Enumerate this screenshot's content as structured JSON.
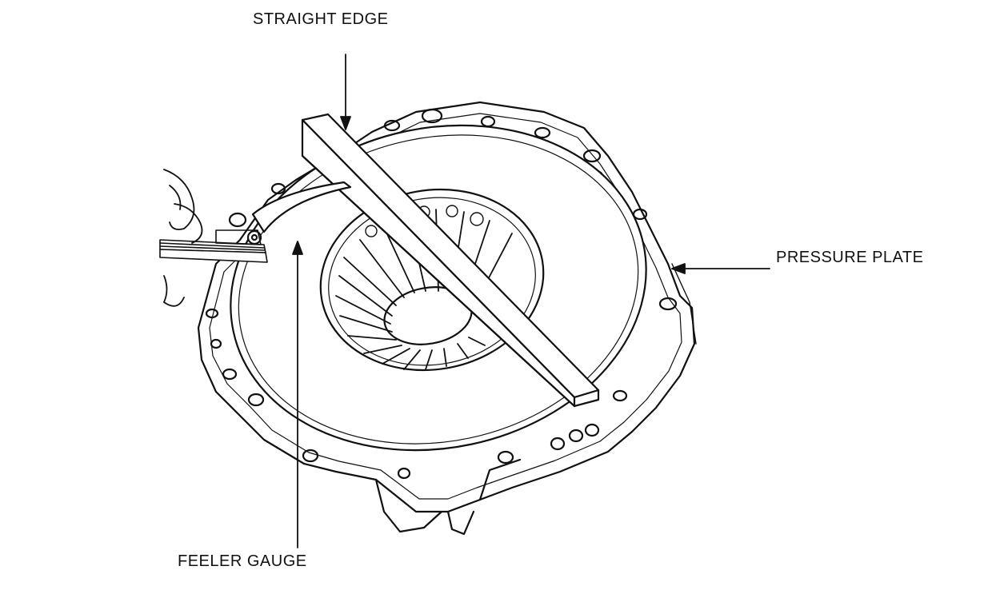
{
  "labels": {
    "straight_edge": "STRAIGHT EDGE",
    "pressure_plate": "PRESSURE PLATE",
    "feeler_gauge": "FEELER GAUGE"
  },
  "colors": {
    "ink": "#111111",
    "paper": "#ffffff"
  }
}
